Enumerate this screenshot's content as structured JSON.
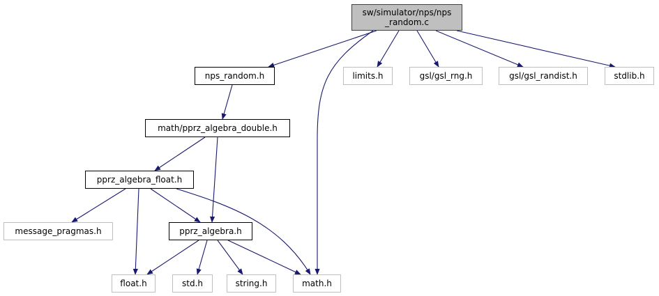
{
  "diagram": {
    "title": "Include dependency graph for sw/simulator/nps/nps_random.c",
    "colors": {
      "edge": "#191970",
      "root_fill": "#bfbfbf",
      "root_border": "#404040",
      "local_border": "#000000",
      "external_border": "#bfbfbf"
    },
    "nodes": [
      {
        "id": "root",
        "label": "sw/simulator/nps/nps\n_random.c",
        "kind": "root"
      },
      {
        "id": "nps_random_h",
        "label": "nps_random.h",
        "kind": "local"
      },
      {
        "id": "limits_h",
        "label": "limits.h",
        "kind": "external"
      },
      {
        "id": "gsl_rng_h",
        "label": "gsl/gsl_rng.h",
        "kind": "external"
      },
      {
        "id": "gsl_randist_h",
        "label": "gsl/gsl_randist.h",
        "kind": "external"
      },
      {
        "id": "stdlib_h",
        "label": "stdlib.h",
        "kind": "external"
      },
      {
        "id": "pprz_algebra_double_h",
        "label": "math/pprz_algebra_double.h",
        "kind": "local"
      },
      {
        "id": "pprz_algebra_float_h",
        "label": "pprz_algebra_float.h",
        "kind": "local"
      },
      {
        "id": "message_pragmas_h",
        "label": "message_pragmas.h",
        "kind": "external"
      },
      {
        "id": "pprz_algebra_h",
        "label": "pprz_algebra.h",
        "kind": "local"
      },
      {
        "id": "float_h",
        "label": "float.h",
        "kind": "external"
      },
      {
        "id": "std_h",
        "label": "std.h",
        "kind": "external"
      },
      {
        "id": "string_h",
        "label": "string.h",
        "kind": "external"
      },
      {
        "id": "math_h",
        "label": "math.h",
        "kind": "external"
      }
    ],
    "edges": [
      {
        "from": "root",
        "to": "nps_random_h"
      },
      {
        "from": "root",
        "to": "math_h"
      },
      {
        "from": "root",
        "to": "limits_h"
      },
      {
        "from": "root",
        "to": "gsl_rng_h"
      },
      {
        "from": "root",
        "to": "gsl_randist_h"
      },
      {
        "from": "root",
        "to": "stdlib_h"
      },
      {
        "from": "nps_random_h",
        "to": "pprz_algebra_double_h"
      },
      {
        "from": "pprz_algebra_double_h",
        "to": "pprz_algebra_float_h"
      },
      {
        "from": "pprz_algebra_double_h",
        "to": "pprz_algebra_h"
      },
      {
        "from": "pprz_algebra_float_h",
        "to": "message_pragmas_h"
      },
      {
        "from": "pprz_algebra_float_h",
        "to": "float_h"
      },
      {
        "from": "pprz_algebra_float_h",
        "to": "pprz_algebra_h"
      },
      {
        "from": "pprz_algebra_float_h",
        "to": "math_h"
      },
      {
        "from": "pprz_algebra_h",
        "to": "float_h"
      },
      {
        "from": "pprz_algebra_h",
        "to": "std_h"
      },
      {
        "from": "pprz_algebra_h",
        "to": "string_h"
      },
      {
        "from": "pprz_algebra_h",
        "to": "math_h"
      }
    ]
  }
}
